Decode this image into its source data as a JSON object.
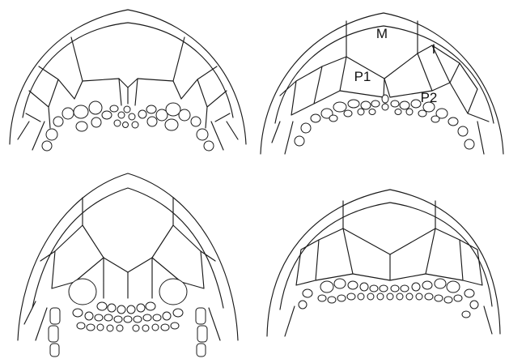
{
  "panels": [
    {
      "name": "top-left"
    },
    {
      "name": "top-right",
      "labels": {
        "m": "M",
        "i": "I",
        "p1": "P1",
        "p2": "P2"
      }
    },
    {
      "name": "bottom-left"
    },
    {
      "name": "bottom-right"
    }
  ],
  "colors": {
    "ink": "#1a1a1a",
    "background": "#ffffff"
  }
}
